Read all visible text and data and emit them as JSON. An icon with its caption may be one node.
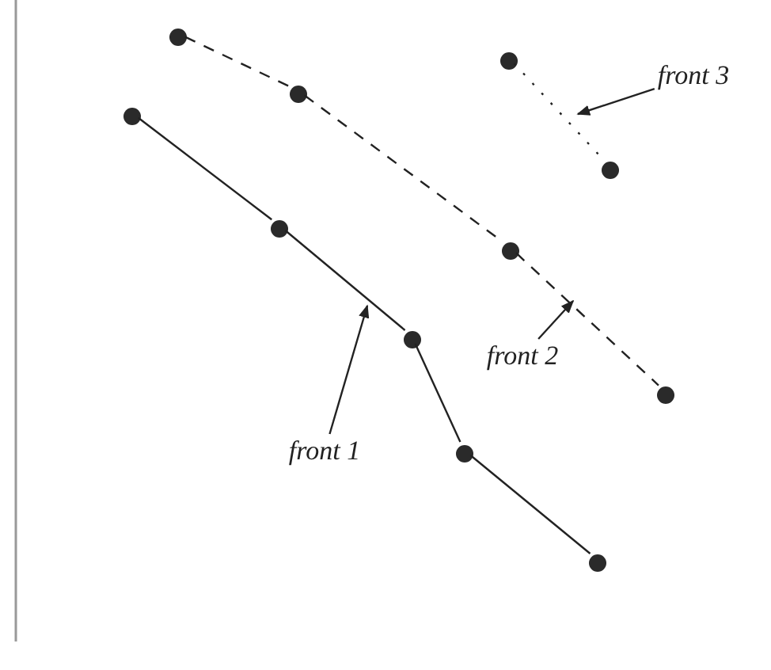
{
  "diagram": {
    "nodes": [
      {
        "text": [],
        "shape": "circle"
      },
      {
        "text": [],
        "shape": "circle"
      },
      {
        "text": [],
        "shape": "circle"
      },
      {
        "text": [],
        "shape": "circle"
      },
      {
        "text": [],
        "shape": "circle"
      },
      {
        "text": [],
        "shape": "circle"
      },
      {
        "text": [],
        "shape": "circle"
      },
      {
        "text": [],
        "shape": "circle"
      },
      {
        "text": [],
        "shape": "circle"
      },
      {
        "text": [],
        "shape": "circle"
      },
      {
        "text": [],
        "shape": "circle"
      },
      {
        "text": [
          "front 1"
        ]
      },
      {
        "text": [
          "front 2"
        ]
      },
      {
        "text": [
          "front 3"
        ]
      }
    ],
    "edges": [
      {
        "from": 0,
        "to": 1,
        "arrow": "none"
      },
      {
        "from": 1,
        "to": 2,
        "arrow": "none"
      },
      {
        "from": 2,
        "to": 3,
        "arrow": "none"
      },
      {
        "from": 3,
        "to": 4,
        "arrow": "none"
      },
      {
        "from": 5,
        "to": 6,
        "arrow": "none",
        "style": "dashed"
      },
      {
        "from": 6,
        "to": 7,
        "arrow": "none",
        "style": "dashed"
      },
      {
        "from": 7,
        "to": 8,
        "arrow": "none",
        "style": "dashed"
      },
      {
        "from": 9,
        "to": 10,
        "arrow": "none",
        "style": "dashed"
      },
      {
        "from": 11,
        "to": null,
        "arrow": "to"
      },
      {
        "from": 12,
        "to": null,
        "arrow": "to"
      },
      {
        "from": 13,
        "to": null,
        "arrow": "to"
      }
    ]
  }
}
